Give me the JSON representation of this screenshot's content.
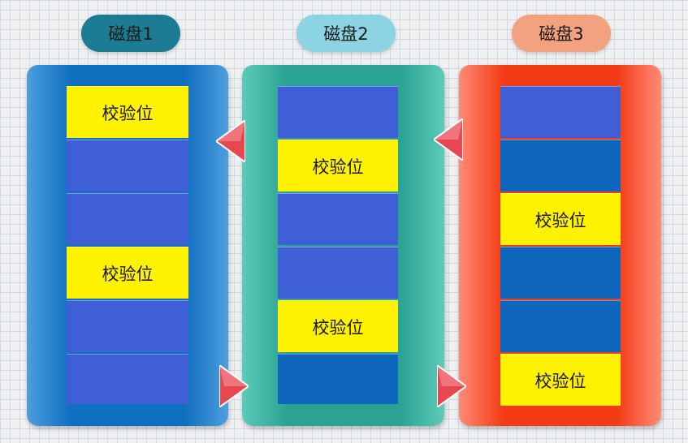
{
  "disks": [
    {
      "name": "磁盘1",
      "label_color": "#1b7c94",
      "body_gradient": [
        "#4d9ede",
        "#0f6fc0"
      ],
      "blocks": [
        {
          "type": "parity",
          "text": "校验位"
        },
        {
          "type": "data",
          "text": ""
        },
        {
          "type": "data",
          "text": ""
        },
        {
          "type": "parity",
          "text": "校验位"
        },
        {
          "type": "data",
          "text": ""
        },
        {
          "type": "data",
          "text": ""
        }
      ]
    },
    {
      "name": "磁盘2",
      "label_color": "#8cd3e3",
      "body_gradient": [
        "#5ccab8",
        "#2aa394"
      ],
      "blocks": [
        {
          "type": "data",
          "text": ""
        },
        {
          "type": "parity",
          "text": "校验位"
        },
        {
          "type": "data",
          "text": ""
        },
        {
          "type": "data",
          "text": ""
        },
        {
          "type": "parity",
          "text": "校验位"
        },
        {
          "type": "data-dark",
          "text": ""
        }
      ]
    },
    {
      "name": "磁盘3",
      "label_color": "#f2a27e",
      "body_gradient": [
        "#ff8a76",
        "#f23b15"
      ],
      "blocks": [
        {
          "type": "data",
          "text": ""
        },
        {
          "type": "data-dark",
          "text": ""
        },
        {
          "type": "parity",
          "text": "校验位"
        },
        {
          "type": "data-dark",
          "text": ""
        },
        {
          "type": "data-dark",
          "text": ""
        },
        {
          "type": "parity",
          "text": "校验位"
        }
      ]
    }
  ],
  "colors": {
    "parity": "#fff200",
    "data": "#3f5fd6",
    "data-dark": "#0f67bd",
    "arrow": "#e8474f"
  },
  "arrows": [
    {
      "name": "arrow-disk2-to-disk1",
      "direction": "left"
    },
    {
      "name": "arrow-disk3-to-disk2",
      "direction": "left"
    },
    {
      "name": "arrow-disk1-to-disk2",
      "direction": "right"
    },
    {
      "name": "arrow-disk2-to-disk3",
      "direction": "right"
    }
  ]
}
